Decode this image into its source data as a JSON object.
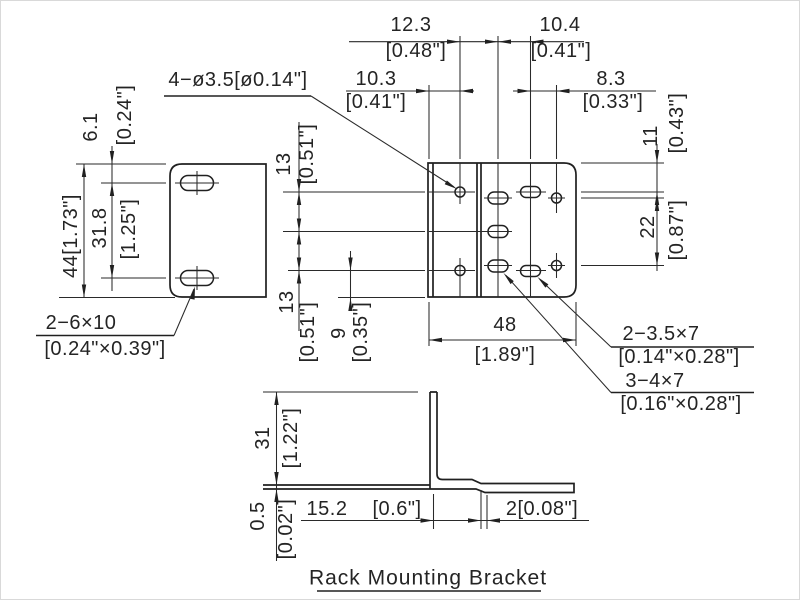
{
  "title": "Rack Mounting Bracket",
  "notes": {
    "holes": "4−ø3.5[ø0.14\"]",
    "slot_left": "2−6×10",
    "slot_left_in": "[0.24\"×0.39\"]",
    "slot_35": "2−3.5×7",
    "slot_35_in": "[0.14\"×0.28\"]",
    "slot_47": "3−4×7",
    "slot_47_in": "[0.16\"×0.28\"]"
  },
  "dims": {
    "top1_mm": "12.3",
    "top1_in": "[0.48\"]",
    "top2_mm": "10.4",
    "top2_in": "[0.41\"]",
    "top3_mm": "10.3",
    "top3_in": "[0.41\"]",
    "top4_mm": "8.3",
    "top4_in": "[0.33\"]",
    "left1_mm": "6.1",
    "left1_in": "[0.24\"]",
    "left2_mm": "31.8",
    "left2_in": "[1.25\"]",
    "left3": "44[1.73\"]",
    "mid1_mm": "13",
    "mid1_in": "[0.51\"]",
    "mid2_mm": "13",
    "mid2_in": "[0.51\"]",
    "mid3_mm": "9",
    "mid3_in": "[0.35\"]",
    "right1_mm": "11",
    "right1_in": "[0.43\"]",
    "right2_mm": "22",
    "right2_in": "[0.87\"]",
    "width_mm": "48",
    "width_in": "[1.89\"]",
    "side1_mm": "31",
    "side1_in": "[1.22\"]",
    "side2_mm": "0.5",
    "side2_in": "[0.02\"]",
    "side3_mm": "15.2",
    "side3_in": "[0.6\"]",
    "side4": "2[0.08\"]"
  },
  "colors": {
    "line": "#202020",
    "text": "#242424",
    "background": "#ffffff"
  }
}
